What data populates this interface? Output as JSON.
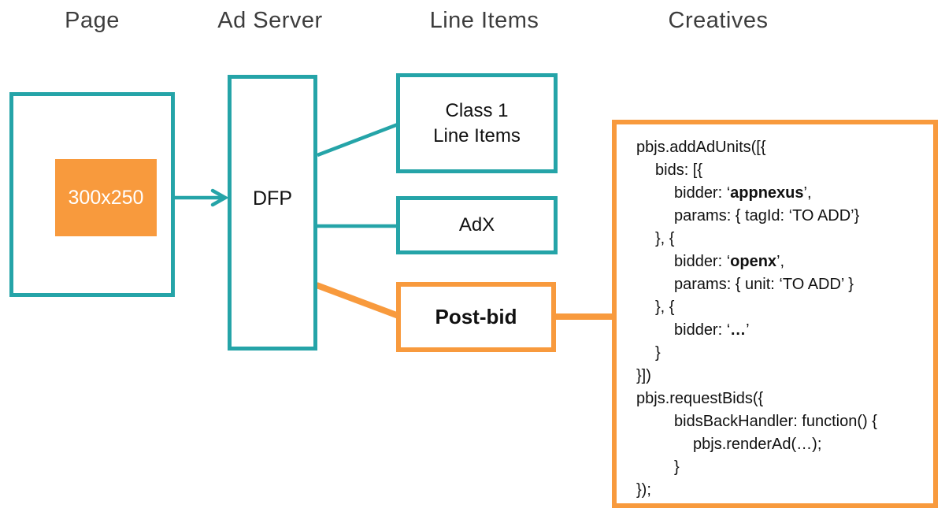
{
  "colors": {
    "teal": "#25A4A8",
    "orange": "#F89A3D",
    "heading": "#3D3D3D",
    "text": "#111111"
  },
  "headers": {
    "page": "Page",
    "ad_server": "Ad Server",
    "line_items": "Line Items",
    "creatives": "Creatives"
  },
  "page_column": {
    "ad_slot_label": "300x250"
  },
  "ad_server_column": {
    "dfp_label": "DFP"
  },
  "line_items_column": {
    "class1_label": "Class 1\nLine Items",
    "adx_label": "AdX",
    "postbid_label": "Post-bid"
  },
  "creatives": {
    "code_lines": [
      {
        "indent": 0,
        "segments": [
          {
            "text": "pbjs.addAdUnits([{",
            "bold": false
          }
        ]
      },
      {
        "indent": 1,
        "segments": [
          {
            "text": "bids: [{",
            "bold": false
          }
        ]
      },
      {
        "indent": 2,
        "segments": [
          {
            "text": "bidder: ‘",
            "bold": false
          },
          {
            "text": "appnexus",
            "bold": true
          },
          {
            "text": "’,",
            "bold": false
          }
        ]
      },
      {
        "indent": 2,
        "segments": [
          {
            "text": "params: { tagId: ‘TO ADD’}",
            "bold": false
          }
        ]
      },
      {
        "indent": 1,
        "segments": [
          {
            "text": "}, {",
            "bold": false
          }
        ]
      },
      {
        "indent": 2,
        "segments": [
          {
            "text": "bidder: ‘",
            "bold": false
          },
          {
            "text": "openx",
            "bold": true
          },
          {
            "text": "’,",
            "bold": false
          }
        ]
      },
      {
        "indent": 2,
        "segments": [
          {
            "text": "params: { unit: ‘TO ADD’ }",
            "bold": false
          }
        ]
      },
      {
        "indent": 1,
        "segments": [
          {
            "text": "}, {",
            "bold": false
          }
        ]
      },
      {
        "indent": 2,
        "segments": [
          {
            "text": "bidder: ‘",
            "bold": false
          },
          {
            "text": "…",
            "bold": true
          },
          {
            "text": "’",
            "bold": false
          }
        ]
      },
      {
        "indent": 1,
        "segments": [
          {
            "text": "}",
            "bold": false
          }
        ]
      },
      {
        "indent": 0,
        "segments": [
          {
            "text": "}])",
            "bold": false
          }
        ]
      },
      {
        "indent": 0,
        "segments": [
          {
            "text": "pbjs.requestBids({",
            "bold": false
          }
        ]
      },
      {
        "indent": 2,
        "segments": [
          {
            "text": "bidsBackHandler: function() {",
            "bold": false
          }
        ]
      },
      {
        "indent": 3,
        "segments": [
          {
            "text": "pbjs.renderAd(…);",
            "bold": false
          }
        ]
      },
      {
        "indent": 2,
        "segments": [
          {
            "text": "}",
            "bold": false
          }
        ]
      },
      {
        "indent": 0,
        "segments": [
          {
            "text": "});",
            "bold": false
          }
        ]
      }
    ]
  }
}
